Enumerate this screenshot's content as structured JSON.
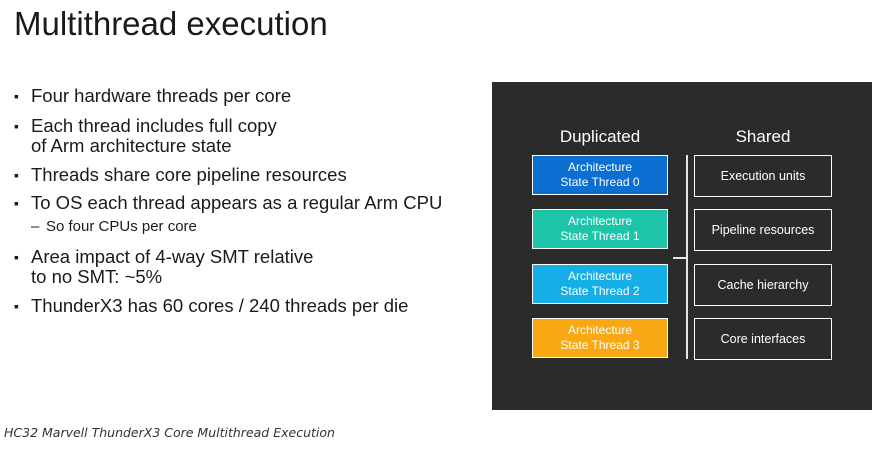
{
  "slide": {
    "title": "Multithread execution",
    "bullets": [
      {
        "level": 1,
        "lines": [
          "Four hardware threads per core"
        ]
      },
      {
        "level": 1,
        "lines": [
          "Each thread includes full copy",
          "of Arm architecture state"
        ]
      },
      {
        "level": 1,
        "lines": [
          "Threads share core pipeline resources"
        ]
      },
      {
        "level": 1,
        "lines": [
          "To OS each thread appears as a regular Arm CPU"
        ]
      },
      {
        "level": 2,
        "lines": [
          "So four CPUs per core"
        ]
      },
      {
        "level": 1,
        "lines": [
          "Area impact of 4-way SMT relative",
          "to no SMT: ~5%"
        ]
      },
      {
        "level": 1,
        "lines": [
          "ThunderX3 has 60 cores / 240 threads per die"
        ]
      }
    ]
  },
  "diagram": {
    "duplicated_heading": "Duplicated",
    "shared_heading": "Shared",
    "threads": [
      {
        "line1": "Architecture",
        "line2": "State Thread 0",
        "color": "#0a6fd0"
      },
      {
        "line1": "Architecture",
        "line2": "State Thread 1",
        "color": "#1ec4a8"
      },
      {
        "line1": "Architecture",
        "line2": "State Thread 2",
        "color": "#16aee6"
      },
      {
        "line1": "Architecture",
        "line2": "State Thread 3",
        "color": "#f7a814"
      }
    ],
    "shared": [
      {
        "label": "Execution units"
      },
      {
        "label": "Pipeline resources"
      },
      {
        "label": "Cache hierarchy"
      },
      {
        "label": "Core interfaces"
      }
    ],
    "panel_color": "#2b2b2b"
  },
  "caption": "HC32 Marvell ThunderX3 Core Multithread Execution"
}
